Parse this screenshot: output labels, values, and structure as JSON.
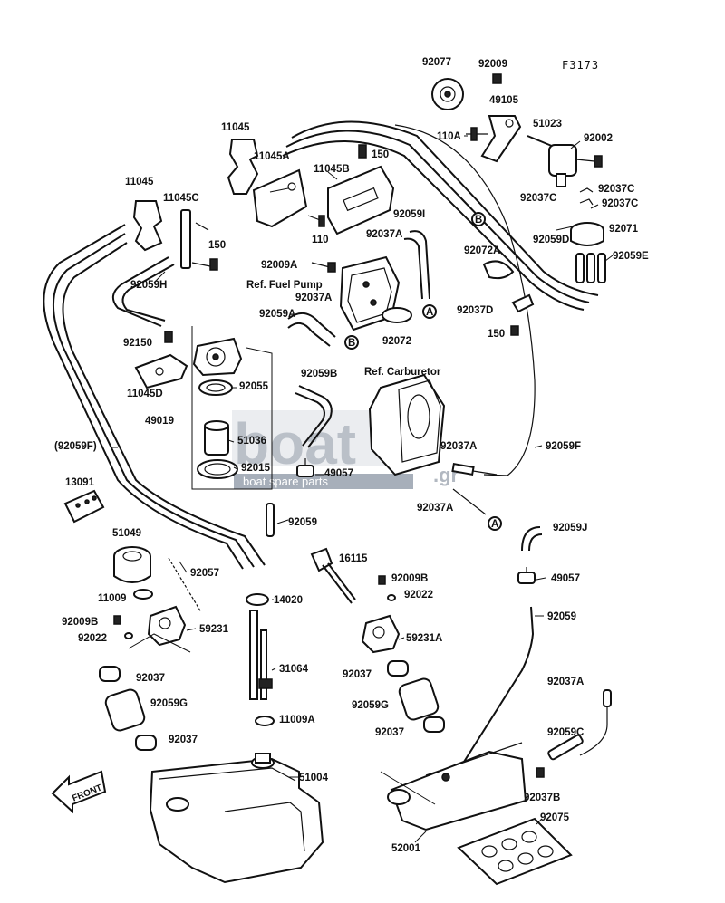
{
  "diagram_code": "F3173",
  "front_label": "FRONT",
  "watermark": {
    "main": "boat",
    "sub": "boat spare parts",
    "tld": ".gr"
  },
  "refs": {
    "fuel_pump": "Ref. Fuel Pump",
    "carburetor": "Ref. Carburetor"
  },
  "connectors": [
    "A",
    "B"
  ],
  "parts": {
    "p92077": "92077",
    "p92009": "92009",
    "p49105": "49105",
    "p110A": "110A",
    "p51023": "51023",
    "p92002": "92002",
    "p92037C_1": "92037C",
    "p92037C_2": "92037C",
    "p92037C_3": "92037C",
    "p11045_1": "11045",
    "p11045A": "11045A",
    "p150_1": "150",
    "p11045B": "11045B",
    "p92059I": "92059I",
    "p92071": "92071",
    "p11045_2": "11045",
    "p11045C": "11045C",
    "p92037A_1": "92037A",
    "p92059D": "92059D",
    "p92072A": "92072A",
    "p92059E": "92059E",
    "p150_2": "150",
    "p110": "110",
    "p92009A": "92009A",
    "p92059H": "92059H",
    "p92037A_2": "92037A",
    "p92037D": "92037D",
    "p92059A": "92059A",
    "p92072": "92072",
    "p150_3": "150",
    "p92150": "92150",
    "p92059B": "92059B",
    "p92055": "92055",
    "p11045D": "11045D",
    "p49019": "49019",
    "p51036": "51036",
    "p92059F_paren": "(92059F)",
    "p92059F": "92059F",
    "p92015": "92015",
    "p49057_1": "49057",
    "p92037A_3": "92037A",
    "p92037A_4": "92037A",
    "p13091": "13091",
    "p92059_1": "92059",
    "p92059J": "92059J",
    "p51049": "51049",
    "p92057": "92057",
    "p16115": "16115",
    "p49057_2": "49057",
    "p11009": "11009",
    "p92009B_1": "92009B",
    "p92022_1": "92022",
    "p14020": "14020",
    "p92059_2": "92059",
    "p92009B_2": "92009B",
    "p59231": "59231",
    "p92022_2": "92022",
    "p59231A": "59231A",
    "p92037_1": "92037",
    "p31064": "31064",
    "p92037_2": "92037",
    "p92037A_5": "92037A",
    "p92059G_1": "92059G",
    "p92059G_2": "92059G",
    "p11009A": "11009A",
    "p92037_3": "92037",
    "p92037_4": "92037",
    "p92059C": "92059C",
    "p51004": "51004",
    "p92037B": "92037B",
    "p52001": "52001",
    "p92075": "92075"
  }
}
